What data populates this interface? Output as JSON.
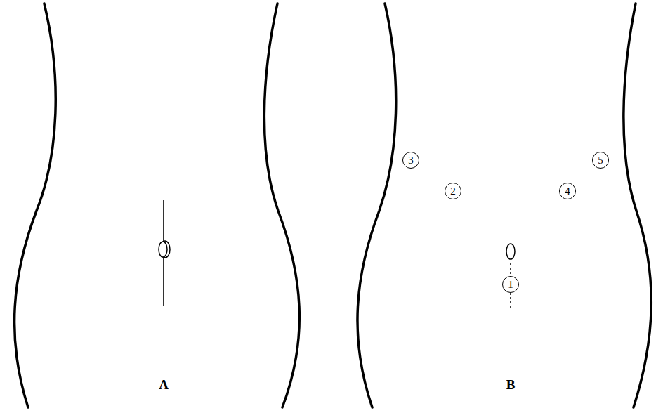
{
  "diagram": {
    "nodes": [
      {
        "text": [
          "3"
        ]
      },
      {
        "text": [
          "5"
        ]
      },
      {
        "text": [
          "2"
        ]
      },
      {
        "text": [
          "4"
        ]
      },
      {
        "text": [
          "1"
        ]
      }
    ],
    "labels": [
      "A",
      "B"
    ]
  }
}
